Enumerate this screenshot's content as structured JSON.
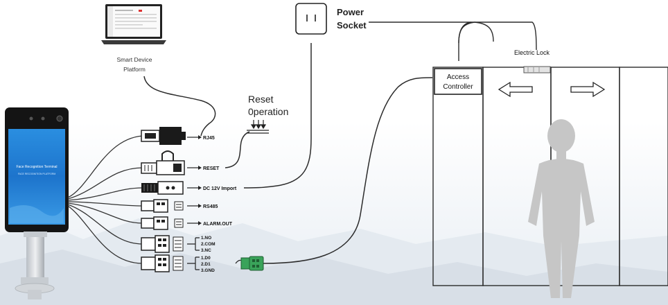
{
  "labels": {
    "power_line1": "Power",
    "power_line2": "Socket",
    "electric_lock": "Electric Lock",
    "access_line1": "Access",
    "access_line2": "Controller",
    "platform_line1": "Smart  Device",
    "platform_line2": "Platform",
    "reset_line1": "Reset",
    "reset_line2": "0peration"
  },
  "connectors": {
    "rj45": "RJ45",
    "reset": "RESET",
    "dc": "DC 12V Import",
    "rs485": "RS485",
    "alarm": "ALARM.OUT",
    "relay": [
      "1.NO",
      "2.COM",
      "3.NC"
    ],
    "wiegand": [
      "1.D0",
      "2.D1",
      "3.GND"
    ]
  },
  "device_screen": {
    "line1": "Face Recognition Terminal",
    "line2": "FACE RECOGNITION PLATFORM"
  },
  "colors": {
    "line": "#2b2b2b",
    "screen": "#1f7fd6",
    "connector_green": "#3aa35a",
    "silhouette": "#c9c9c9"
  }
}
